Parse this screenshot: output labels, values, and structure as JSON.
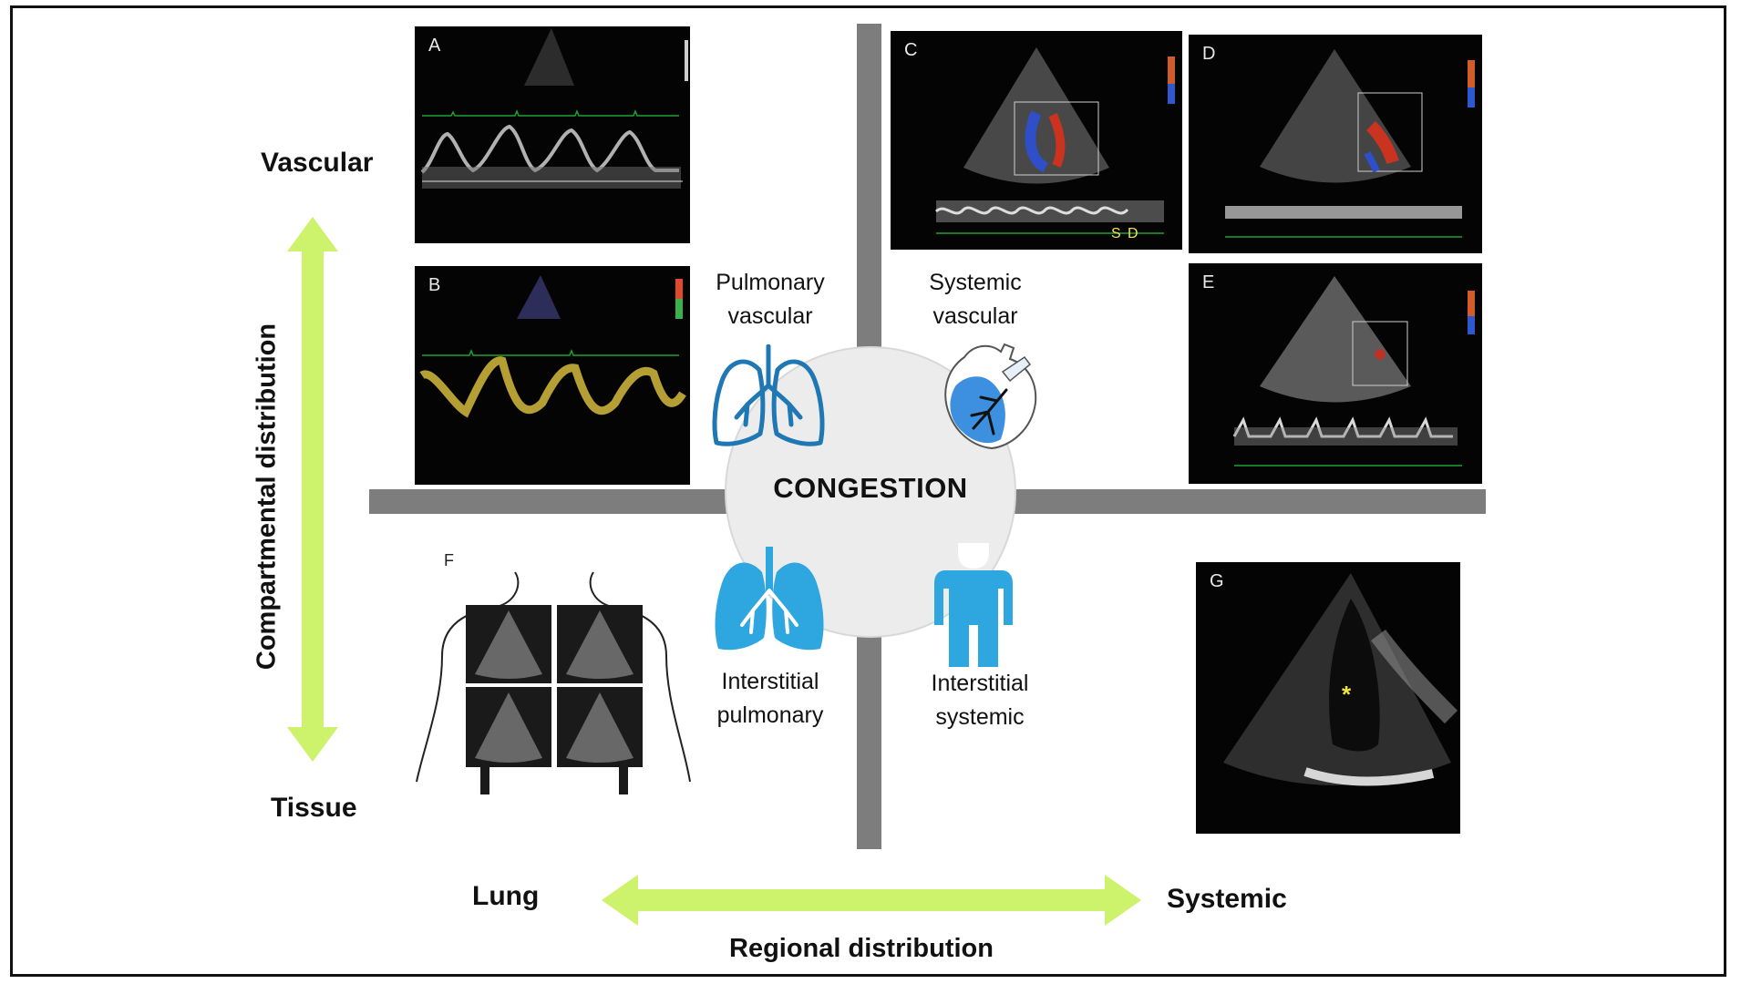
{
  "center": {
    "title": "CONGESTION"
  },
  "axes": {
    "vertical_label": "Compartmental distribution",
    "vertical_top": "Vascular",
    "vertical_bottom": "Tissue",
    "horizontal_label": "Regional distribution",
    "horizontal_left": "Lung",
    "horizontal_right": "Systemic"
  },
  "quadrants": {
    "pulmonary_vascular": {
      "line1": "Pulmonary",
      "line2": "vascular",
      "icon": "lungs-outline-icon"
    },
    "systemic_vascular": {
      "line1": "Systemic",
      "line2": "vascular",
      "icon": "heart-vessels-icon"
    },
    "interstitial_pulmonary": {
      "line1": "Interstitial",
      "line2": "pulmonary",
      "icon": "lungs-filled-icon"
    },
    "interstitial_systemic": {
      "line1": "Interstitial",
      "line2": "systemic",
      "icon": "human-body-icon"
    }
  },
  "panels": {
    "A": "A",
    "B": "B",
    "C": "C",
    "D": "D",
    "E": "E",
    "F": "F",
    "G": "G"
  },
  "panel_annotations": {
    "S": "S",
    "D": "D",
    "asterisk": "*"
  },
  "colors": {
    "arrow_green": "#cdf26b",
    "axis_gray": "#7d7d7d",
    "icon_blue": "#1f78b4",
    "icon_light_blue": "#2ea7e0",
    "doppler_yellow": "#c9b03a"
  }
}
